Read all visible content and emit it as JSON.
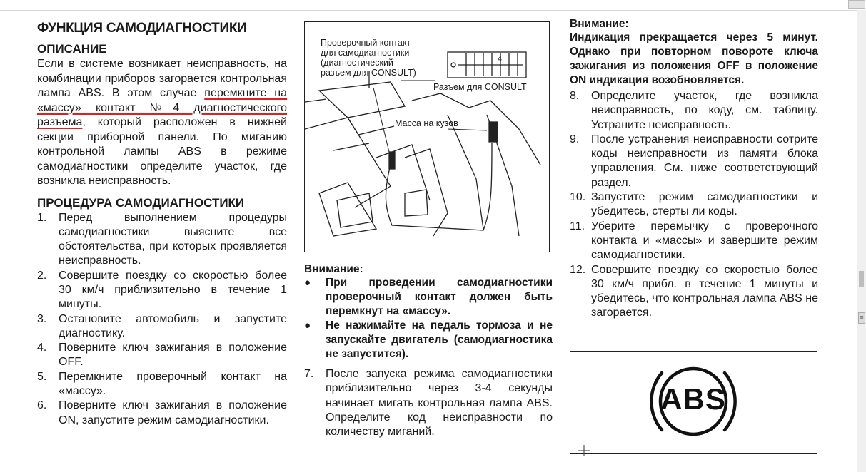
{
  "section_title": "ФУНКЦИЯ САМОДИАГНОСТИКИ",
  "description": {
    "heading": "ОПИСАНИЕ",
    "text_before": "Если в системе возникает неисправность, на комбинации приборов загорается контрольная лампа ABS. В этом случае ",
    "text_underlined": "перемкните на «массу» контакт №4 диагностического разъема",
    "text_after": ", который расположен в нижней секции приборной панели. По миганию контрольной лампы ABS в режиме самодиагностики определите участок, где возникла неисправность."
  },
  "procedure": {
    "heading": "ПРОЦЕДУРА САМОДИАГНОСТИКИ",
    "steps": [
      {
        "num": "1.",
        "text": "Перед выполнением процедуры самодиагностики выясните все обстоятельства, при которых проявляется неисправность."
      },
      {
        "num": "2.",
        "text": "Совершите поездку со скоростью более 30 км/ч приблизительно в течение 1 минуты."
      },
      {
        "num": "3.",
        "text": "Остановите автомобиль и запустите диагностику."
      },
      {
        "num": "4.",
        "text": "Поверните ключ зажигания в положение OFF."
      },
      {
        "num": "5.",
        "text": "Перемкните проверочный контакт на «массу»."
      },
      {
        "num": "6.",
        "text": "Поверните ключ зажигания в положение ON, запустите режим самодиагностики."
      }
    ]
  },
  "diagram": {
    "label_check_contact": [
      "Проверочный контакт",
      "для самодиагностики",
      "(диагностический",
      "разъем для CONSULT)"
    ],
    "label_consult": "Разъем для CONSULT",
    "label_ground": "Масса на кузов",
    "pin_number": "4"
  },
  "note_middle": {
    "heading": "Внимание:",
    "bullets": [
      "При проведении самодиагностики проверочный контакт должен быть перемкнут на «массу».",
      "Не нажимайте на педаль тормоза и не запускайте двигатель (самодиагностика не запустится)."
    ],
    "bullet_symbol": "●"
  },
  "step7": {
    "num": "7.",
    "text": "После запуска режима самодиагностики приблизительно через 3-4 секунды начинает мигать контрольная лампа ABS. Определите код неисправности по количеству миганий."
  },
  "note_right": {
    "heading": "Внимание:",
    "body": "Индикация прекращается через 5 минут. Однако при повторном повороте ключа зажигания из положения OFF в положение ON индикация возобновляется."
  },
  "steps_right": [
    {
      "num": "8.",
      "text": "Определите участок, где возникла неисправность, по коду, см. таблицу. Устраните неисправность."
    },
    {
      "num": "9.",
      "text": "После устранения неисправности сотрите коды неисправности из памяти блока управления. См. ниже соответствующий раздел."
    },
    {
      "num": "10.",
      "text": "Запустите режим самодиагностики и убедитесь, стерты ли коды."
    },
    {
      "num": "11.",
      "text": "Уберите перемычку с проверочного контакта и «массы» и завершите режим самодиагностики."
    },
    {
      "num": "12.",
      "text": "Совершите поездку со скоростью более 30 км/ч прибл. в течение 1 минуты и убедитесь, что контрольная лампа ABS не загорается."
    }
  ],
  "abs_lamp": {
    "text": "ABS",
    "icon": "abs-warning-lamp-icon"
  },
  "colors": {
    "underline": "#e0201e",
    "ink": "#1a1a1a"
  }
}
